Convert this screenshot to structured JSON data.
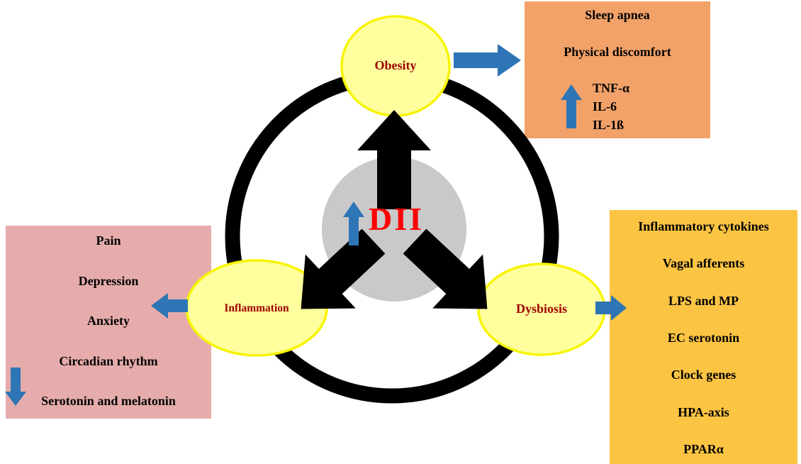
{
  "figure": {
    "center_label": "DII",
    "nodes": {
      "obesity": "Obesity",
      "inflammation": "Inflammation",
      "dysbiosis": "Dysbiosis"
    }
  },
  "sleep_box": {
    "line1": "Sleep apnea",
    "line2": "Physical discomfort",
    "cytokines": [
      "TNF-α",
      "IL-6",
      "IL-1ß"
    ]
  },
  "mood_box": {
    "items": [
      "Pain",
      "Depression",
      "Anxiety",
      "Circadian rhythm"
    ],
    "decreased_item": "Serotonin and melatonin"
  },
  "gut_box": {
    "items": [
      "Inflammatory cytokines",
      "Vagal afferents",
      "LPS and MP",
      "EC serotonin",
      "Clock genes",
      "HPA-axis",
      "PPARα"
    ]
  },
  "icons": {
    "dii_arrow": "up-arrow",
    "cytokine_arrow": "up-arrow",
    "serotonin_arrow": "down-arrow",
    "node_arrows": "black-block-arrows",
    "link_arrows": "blue-block-arrows"
  },
  "colors": {
    "accent_blue": "#2E75B6",
    "sleep_box_bg": "#F2A269",
    "mood_box_bg": "#E6ACAC",
    "gut_box_bg": "#FBC443",
    "node_fill": "#FFFF9E",
    "node_border": "#F7F400",
    "node_label": "#A00000",
    "dii_red": "#FF0000",
    "center_gray": "#C9C9C9"
  }
}
